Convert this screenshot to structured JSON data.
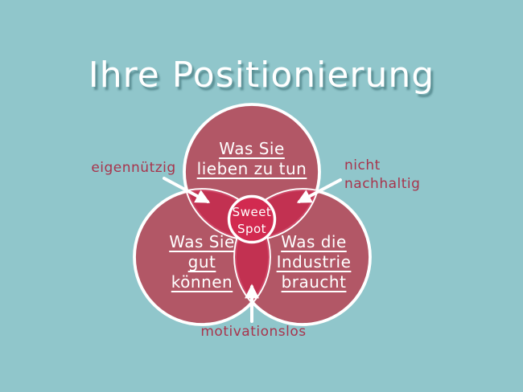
{
  "title": "Ihre Positionierung",
  "colors": {
    "background": "#90C6CB",
    "circle_fill": "#B25766",
    "overlap_fill": "#C42A4D",
    "sweet_spot_fill": "#D22A50",
    "outline": "#FFFFFF",
    "annotation_text": "#A8344C",
    "circle_text": "#FFFFFF",
    "title_text": "#FFFFFF",
    "title_shadow": "rgba(47,98,104,0.55)"
  },
  "venn": {
    "top_circle": {
      "lines": [
        "Was Sie",
        "lieben zu tun"
      ]
    },
    "left_circle": {
      "lines": [
        "Was Sie",
        "gut",
        "können"
      ]
    },
    "right_circle": {
      "lines": [
        "Was die",
        "Industrie",
        "braucht"
      ]
    },
    "sweet_spot": {
      "lines": [
        "Sweet",
        "Spot"
      ]
    }
  },
  "annotations": {
    "left": {
      "label": "eigennützig"
    },
    "right": {
      "lines": [
        "nicht",
        "nachhaltig"
      ]
    },
    "bottom": {
      "label": "motivationslos"
    }
  }
}
